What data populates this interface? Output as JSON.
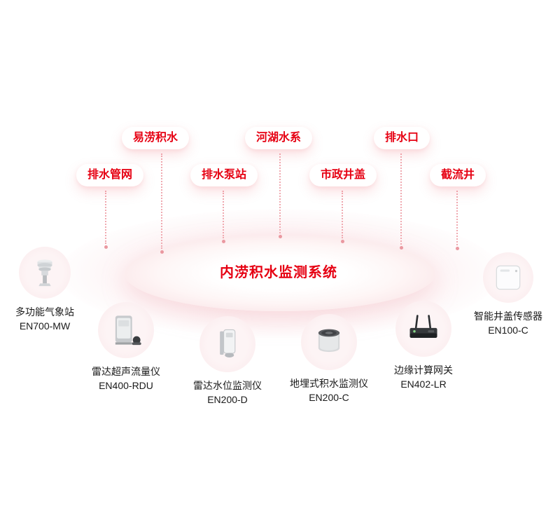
{
  "title": "内涝积水监测系统",
  "colors": {
    "accent": "#e60012",
    "connector_line": "#f0aab1",
    "halo_pink": "#f6d6da"
  },
  "pills": [
    {
      "label": "排水管网"
    },
    {
      "label": "易涝积水"
    },
    {
      "label": "排水泵站"
    },
    {
      "label": "河湖水系"
    },
    {
      "label": "市政井盖"
    },
    {
      "label": "排水口"
    },
    {
      "label": "截流井"
    }
  ],
  "devices": [
    {
      "name": "多功能气象站",
      "model": "EN700-MW",
      "icon": "weather-station-icon"
    },
    {
      "name": "雷达超声流量仪",
      "model": "EN400-RDU",
      "icon": "radar-ultrasonic-flow-meter-icon"
    },
    {
      "name": "雷达水位监测仪",
      "model": "EN200-D",
      "icon": "radar-water-level-monitor-icon"
    },
    {
      "name": "地埋式积水监测仪",
      "model": "EN200-C",
      "icon": "buried-water-monitor-icon"
    },
    {
      "name": "边缘计算网关",
      "model": "EN402-LR",
      "icon": "edge-computing-gateway-icon"
    },
    {
      "name": "智能井盖传感器",
      "model": "EN100-C",
      "icon": "smart-manhole-cover-sensor-icon"
    }
  ]
}
